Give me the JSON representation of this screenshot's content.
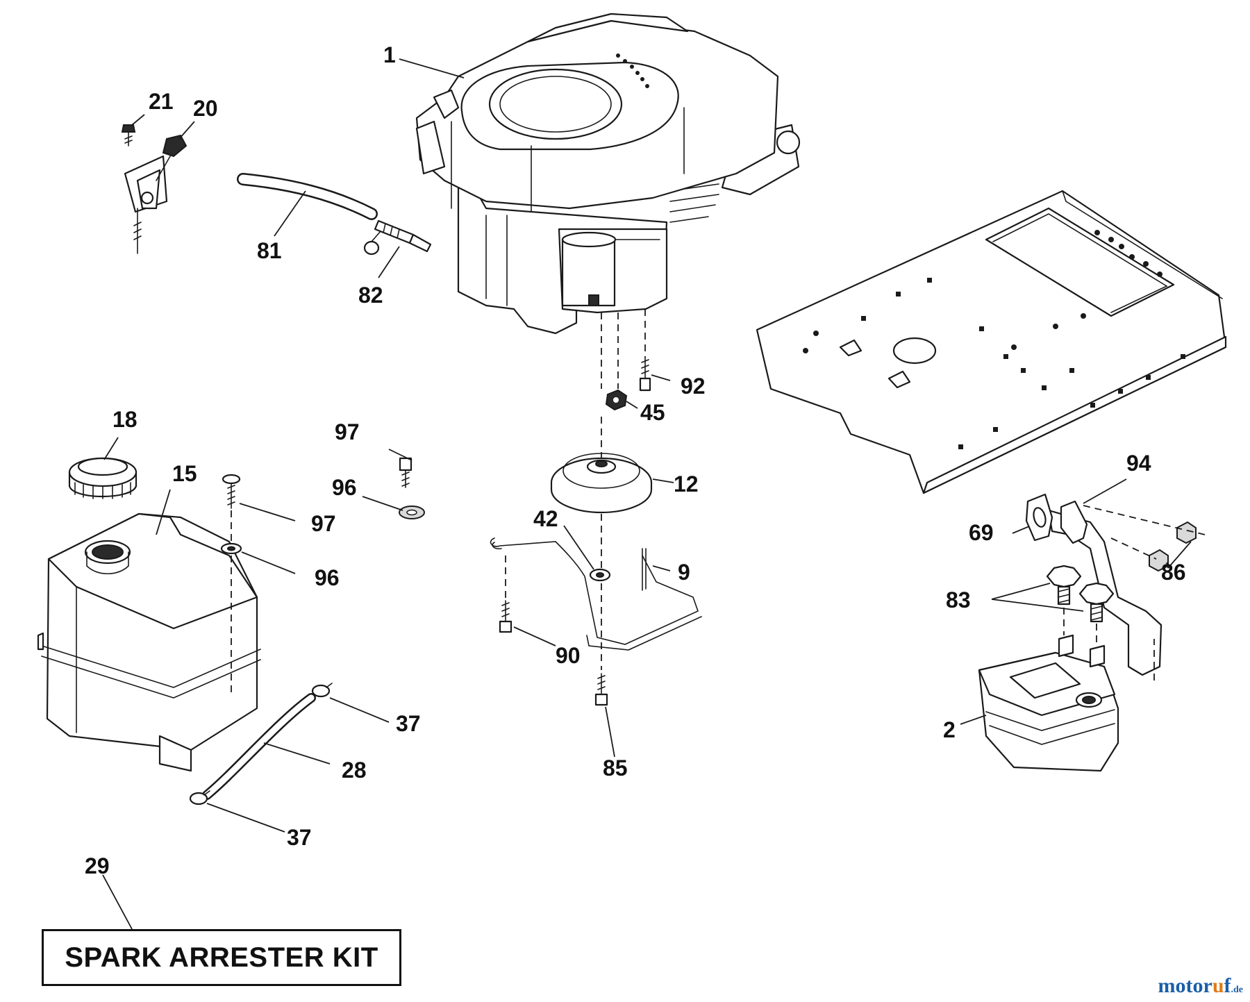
{
  "kit": {
    "label": "SPARK ARRESTER KIT",
    "callout": "29"
  },
  "watermark": {
    "prefix": "motor",
    "accent": "u",
    "suffix": "f",
    "tld": ".de"
  },
  "callouts": [
    {
      "id": "1",
      "text": "1"
    },
    {
      "id": "21",
      "text": "21"
    },
    {
      "id": "20",
      "text": "20"
    },
    {
      "id": "81",
      "text": "81"
    },
    {
      "id": "82",
      "text": "82"
    },
    {
      "id": "92",
      "text": "92"
    },
    {
      "id": "45",
      "text": "45"
    },
    {
      "id": "12",
      "text": "12"
    },
    {
      "id": "42",
      "text": "42"
    },
    {
      "id": "9",
      "text": "9"
    },
    {
      "id": "90",
      "text": "90"
    },
    {
      "id": "85",
      "text": "85"
    },
    {
      "id": "18",
      "text": "18"
    },
    {
      "id": "15",
      "text": "15"
    },
    {
      "id": "97a",
      "text": "97"
    },
    {
      "id": "96a",
      "text": "96"
    },
    {
      "id": "97b",
      "text": "97"
    },
    {
      "id": "96b",
      "text": "96"
    },
    {
      "id": "37a",
      "text": "37"
    },
    {
      "id": "28",
      "text": "28"
    },
    {
      "id": "37b",
      "text": "37"
    },
    {
      "id": "94",
      "text": "94"
    },
    {
      "id": "69",
      "text": "69"
    },
    {
      "id": "86",
      "text": "86"
    },
    {
      "id": "83",
      "text": "83"
    },
    {
      "id": "2",
      "text": "2"
    }
  ]
}
